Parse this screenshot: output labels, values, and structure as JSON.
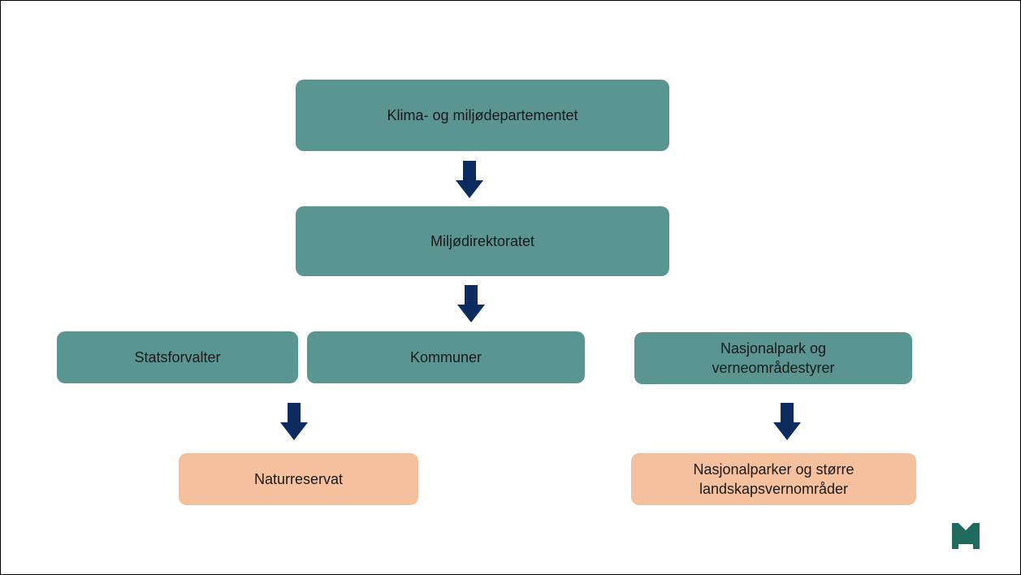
{
  "colors": {
    "teal": "#5a9592",
    "peach": "#f5c09e",
    "arrow": "#0d2b5e",
    "logo": "#1f6b5e"
  },
  "nodes": {
    "ministry": "Klima- og miljødepartementet",
    "directorate": "Miljødirektoratet",
    "county_governor": "Statsforvalter",
    "municipalities": "Kommuner",
    "boards": "Nasjonalpark og\nverneområdestyrer",
    "nature_reserve": "Naturreservat",
    "national_parks": "Nasjonalparker og større\nlandskapsvernområder"
  },
  "icons": {
    "arrow": "arrow-down-icon",
    "logo": "m-logo-icon"
  }
}
